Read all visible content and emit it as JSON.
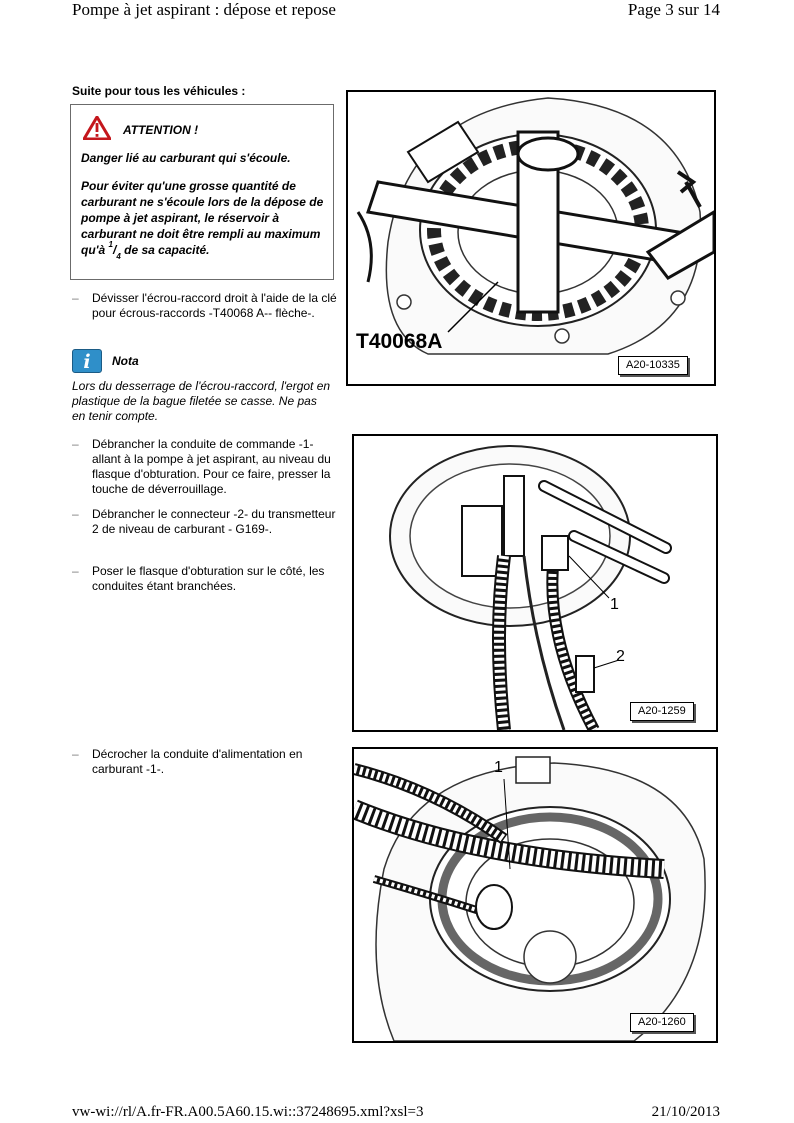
{
  "header": {
    "title": "Pompe à jet aspirant : dépose et repose",
    "page": "Page 3 sur 14"
  },
  "section_title": "Suite pour tous les véhicules :",
  "warning": {
    "icon": "warning-triangle-icon",
    "title": "ATTENTION !",
    "danger": "Danger lié au carburant qui s'écoule.",
    "body_before": "Pour éviter qu'une grosse quantité de carburant ne s'écoule lors de la dépose de pompe à jet aspirant, le réservoir à carburant ne doit être rempli au maximum qu'à",
    "frac_num": "1",
    "frac_den": "4",
    "body_after": "de sa capacité."
  },
  "steps": {
    "s1": "Dévisser l'écrou-raccord droit à l'aide de la clé pour écrous-raccords -T40068 A-- flèche-.",
    "s2": "Débrancher la conduite de commande -1- allant à la pompe à jet aspirant, au niveau du flasque d'obturation. Pour ce faire, presser la touche de déverrouillage.",
    "s3": "Débrancher le connecteur -2- du transmetteur 2 de niveau de carburant - G169-.",
    "s4": "Poser le flasque d'obturation sur le côté, les conduites étant branchées.",
    "s5": "Décrocher la conduite d'alimentation en carburant -1-.",
    "dash": "–"
  },
  "note": {
    "icon": "info-icon",
    "icon_glyph": "i",
    "title": "Nota",
    "text": "Lors du desserrage de l'écrou-raccord, l'ergot en plastique de la bague filetée se casse. Ne pas en tenir compte."
  },
  "figures": {
    "fig1": {
      "tool_label": "T40068A",
      "code": "A20-10335"
    },
    "fig2": {
      "label_1": "1",
      "label_2": "2",
      "code": "A20-1259"
    },
    "fig3": {
      "label_1": "1",
      "code": "A20-1260"
    }
  },
  "footer": {
    "url": "vw-wi://rl/A.fr-FR.A00.5A60.15.wi::37248695.xml?xsl=3",
    "date": "21/10/2013"
  }
}
